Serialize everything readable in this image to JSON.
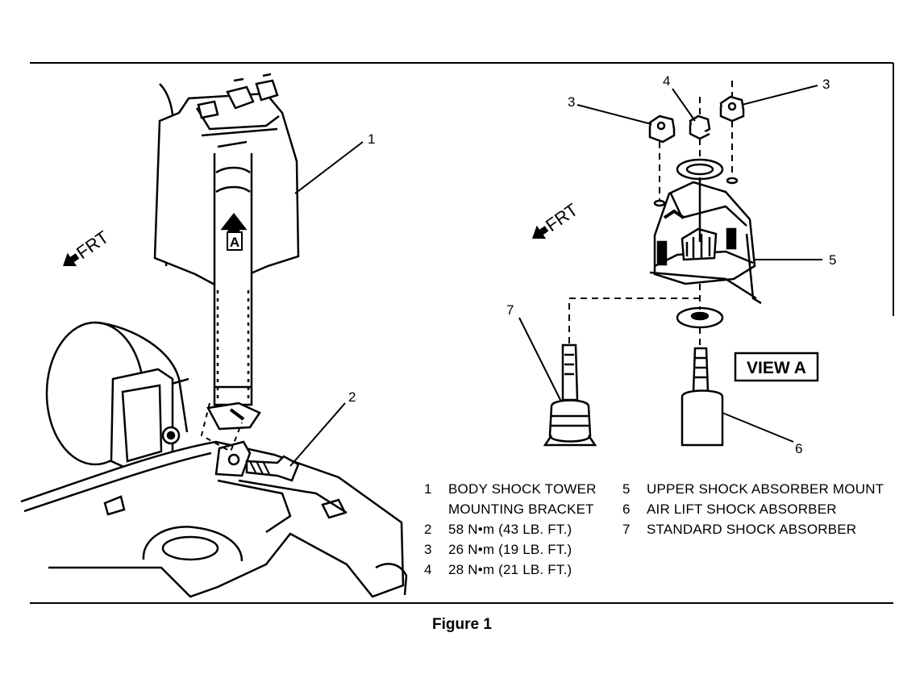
{
  "figure": {
    "caption": "Figure 1",
    "callouts": {
      "left_1": "1",
      "left_2": "2",
      "view_a_arrow_label": "A",
      "frt_left": "FRT",
      "frt_right": "FRT",
      "right_3a": "3",
      "right_3b": "3",
      "right_4": "4",
      "right_5": "5",
      "right_6": "6",
      "right_7": "7",
      "view_a_box": "VIEW A"
    },
    "legend_left": [
      {
        "num": "1",
        "text": "BODY SHOCK TOWER"
      },
      {
        "num": "",
        "text": "MOUNTING BRACKET"
      },
      {
        "num": "2",
        "text": "58 N•m (43 LB. FT.)"
      },
      {
        "num": "3",
        "text": "26 N•m (19 LB. FT.)"
      },
      {
        "num": "4",
        "text": "28 N•m (21 LB. FT.)"
      }
    ],
    "legend_right": [
      {
        "num": "5",
        "text": "UPPER SHOCK ABSORBER MOUNT"
      },
      {
        "num": "6",
        "text": "AIR LIFT SHOCK ABSORBER"
      },
      {
        "num": "7",
        "text": "STANDARD SHOCK ABSORBER"
      }
    ]
  }
}
